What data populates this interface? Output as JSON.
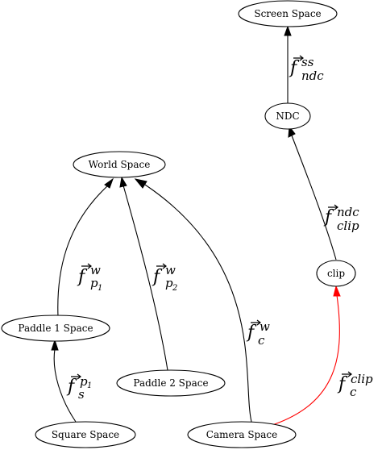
{
  "nodes": {
    "screen_space": "Screen Space",
    "ndc": "NDC",
    "world_space": "World Space",
    "clip": "clip",
    "paddle1_space": "Paddle 1 Space",
    "paddle2_space": "Paddle 2 Space",
    "square_space": "Square Space",
    "camera_space": "Camera Space"
  },
  "edges": {
    "ndc_to_screen": {
      "symbol": "f",
      "sup": "ss",
      "sub": "ndc",
      "subsub": ""
    },
    "clip_to_ndc": {
      "symbol": "f",
      "sup": "ndc",
      "sub": "clip",
      "subsub": ""
    },
    "paddle1_to_world": {
      "symbol": "f",
      "sup": "w",
      "sub": "p",
      "subsub": "1"
    },
    "paddle2_to_world": {
      "symbol": "f",
      "sup": "w",
      "sub": "p",
      "subsub": "2"
    },
    "camera_to_world": {
      "symbol": "f",
      "sup": "w",
      "sub": "c",
      "subsub": ""
    },
    "square_to_paddle1": {
      "symbol": "f",
      "sup": "p",
      "sup_sub": "1",
      "sub": "s",
      "subsub": ""
    },
    "camera_to_clip": {
      "symbol": "f",
      "sup": "clip",
      "sub": "c",
      "subsub": "",
      "color": "#ff0000"
    }
  },
  "colors": {
    "highlight_edge": "#ff0000",
    "default_edge": "#000000"
  }
}
